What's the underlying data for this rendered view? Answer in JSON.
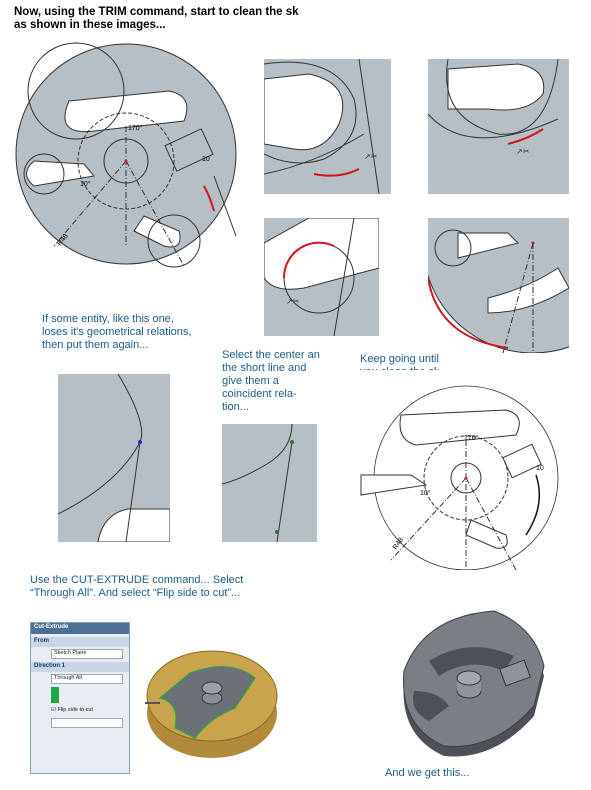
{
  "heading": "Now, using the TRIM command, start to clean the sk as shown in these images...",
  "notes": {
    "geometric": "If some entity, like this one, loses it's geometrical relations, then put them again...",
    "center": "Select the center an the short line and give them a coincident rela- tion...",
    "keep_going": "Keep going until you clean the sk as shown on the image...",
    "cut_extrude": "Use the CUT-EXTRUDE command... Select “Through All”. And select “Flip side to cut”...",
    "result": "And we get this..."
  },
  "dimensions": {
    "angle": "170°",
    "small_angle": "10°",
    "length": "10",
    "radius": "R48"
  },
  "property_manager": {
    "title": "Cut-Extrude",
    "from_label": "From",
    "from_value": "Sketch Plane",
    "direction_label": "Direction 1",
    "direction_value": "Through All",
    "flip_label": "Flip side to cut"
  },
  "colors": {
    "note_text": "#1a5c8c",
    "sketch_fill": "#b7bfc6",
    "trim_highlight": "#d0161b",
    "part_gray": "#6d7177",
    "part_gold": "#c9a44c"
  }
}
